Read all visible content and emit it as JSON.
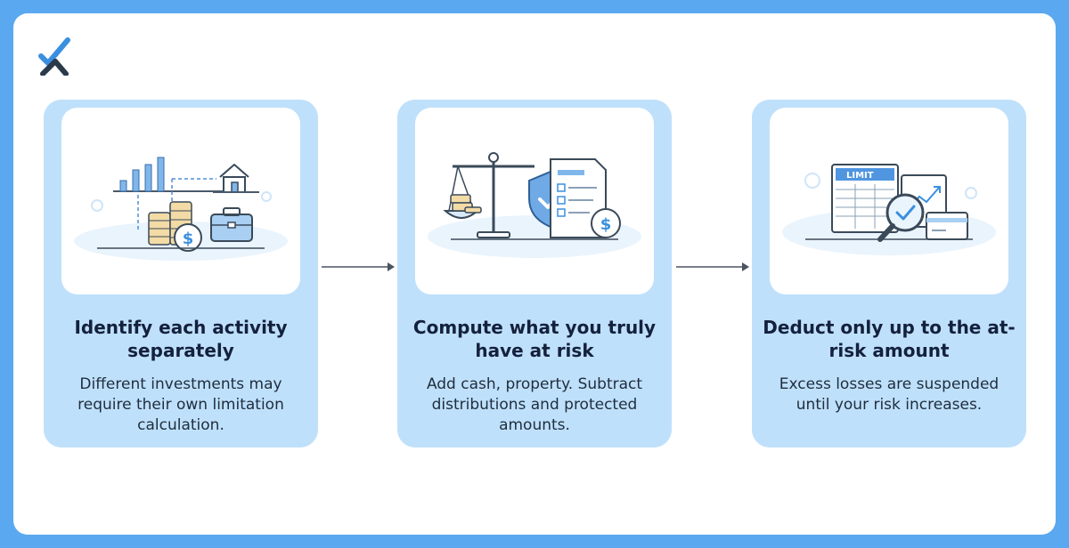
{
  "steps": [
    {
      "title": "Identify each activity separately",
      "description": "Different investments may require their own limitation calculation."
    },
    {
      "title": "Compute what you truly have at risk",
      "description": "Add cash, property. Subtract distributions and protected amounts."
    },
    {
      "title": "Deduct only up to the at-risk amount",
      "description": "Excess losses are suspended until your risk increases."
    }
  ],
  "illustrations": {
    "limit_label": "LIMIT",
    "currency_symbol": "$"
  },
  "colors": {
    "background": "#5aa8ef",
    "card": "#bfe0fb",
    "accent": "#3b8fe0",
    "text": "#14213d"
  }
}
